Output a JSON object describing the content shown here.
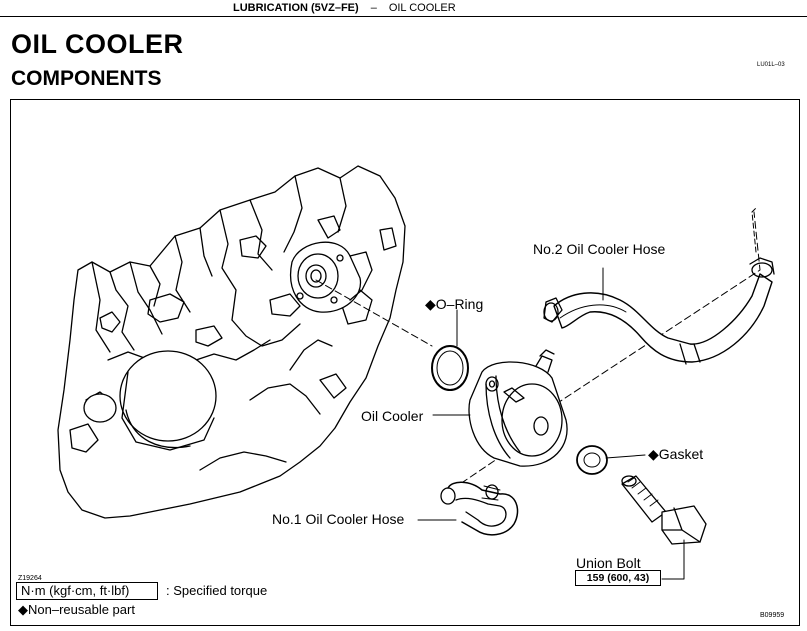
{
  "header": {
    "section": "LUBRICATION (5VZ–FE)",
    "separator": "–",
    "subsection": "OIL COOLER"
  },
  "title": "OIL COOLER",
  "subtitle": "COMPONENTS",
  "page_code": "LU01L–03",
  "labels": {
    "o_ring": "◆O–Ring",
    "no2_hose": "No.2 Oil Cooler Hose",
    "oil_cooler": "Oil Cooler",
    "gasket": "◆Gasket",
    "no1_hose": "No.1 Oil Cooler Hose",
    "union_bolt": "Union Bolt",
    "union_bolt_torque": "159 (600, 43)"
  },
  "legend": {
    "torque_units": "N·m (kgf·cm, ft·lbf)",
    "torque_desc": ": Specified torque",
    "non_reusable": "◆Non–reusable part"
  },
  "codes": {
    "figure_left": "Z19264",
    "figure_right": "B09959"
  }
}
